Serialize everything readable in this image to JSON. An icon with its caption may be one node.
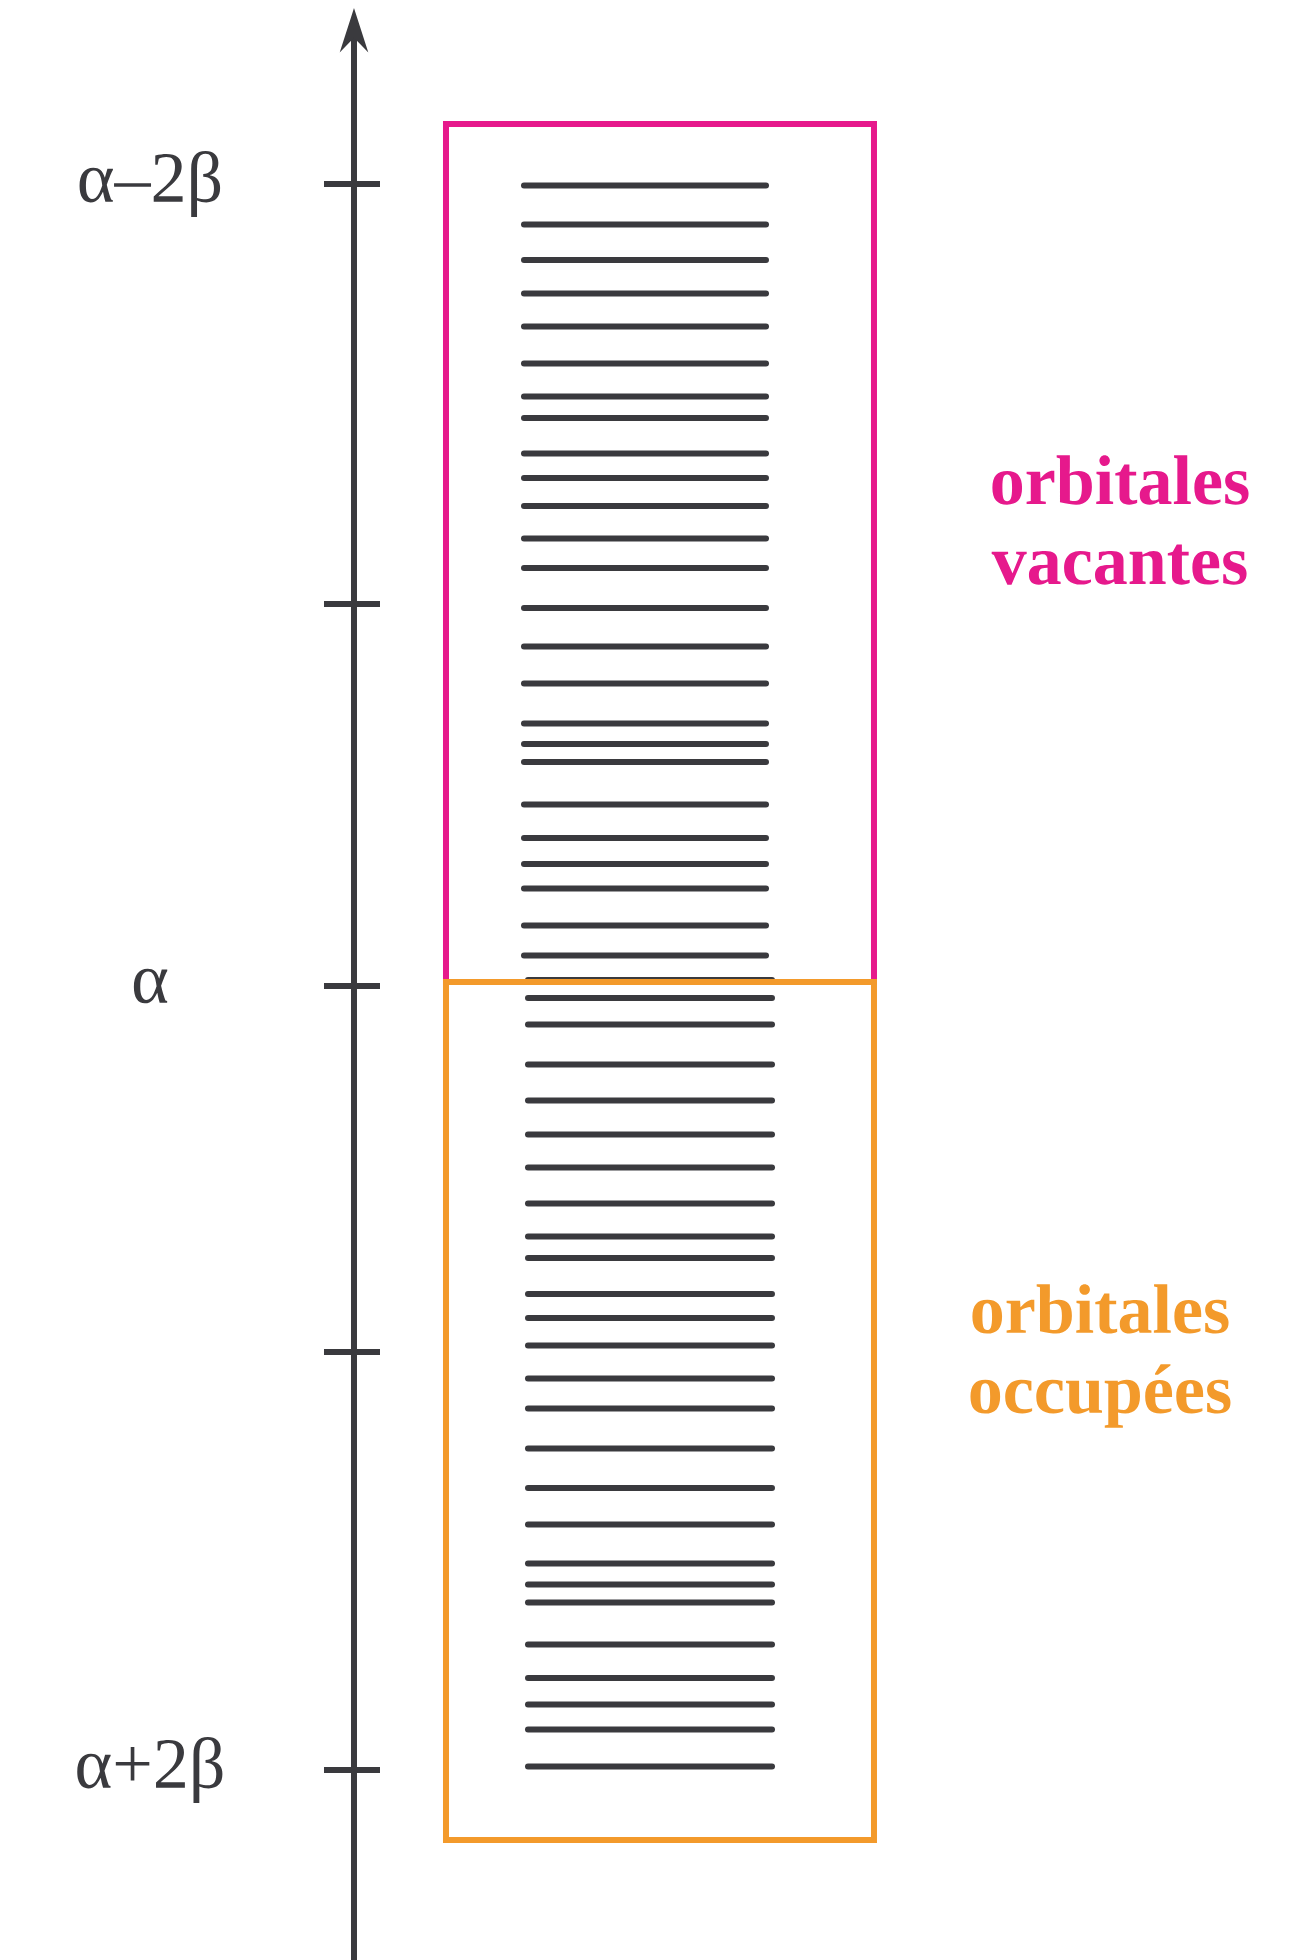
{
  "diagram": {
    "nodes": [
      {
        "text": [
          "orbitales vacantes"
        ]
      },
      {
        "text": [
          "orbitales occupées"
        ]
      }
    ],
    "labels": [
      "α–2β",
      "α",
      "α+2β"
    ]
  }
}
